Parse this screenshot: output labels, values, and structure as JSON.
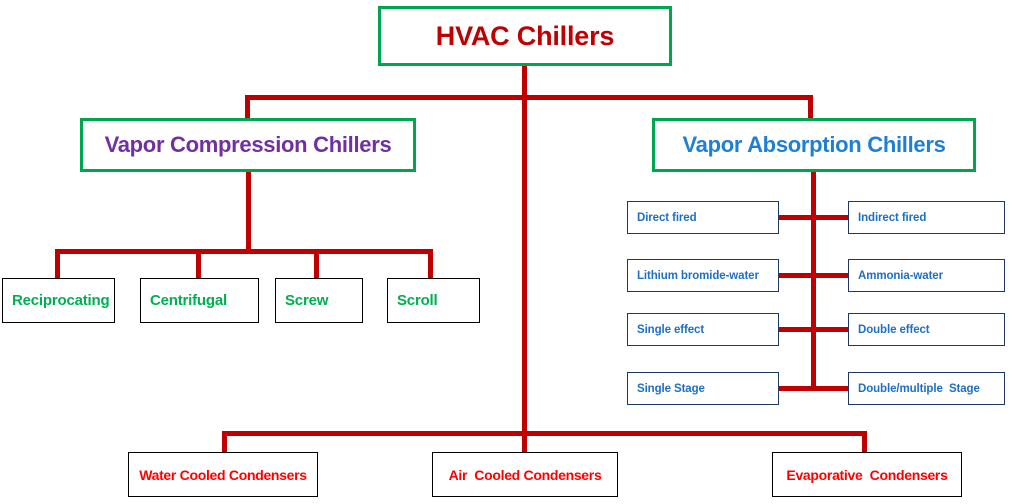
{
  "diagram": {
    "title": "HVAC Chillers",
    "root": {
      "label": "HVAC Chillers"
    },
    "level2": {
      "vapor_compression": "Vapor Compression Chillers",
      "vapor_absorption": "Vapor Absorption Chillers"
    },
    "compression_types": [
      {
        "label": "Reciprocating"
      },
      {
        "label": "Centrifugal"
      },
      {
        "label": "Screw"
      },
      {
        "label": "Scroll"
      }
    ],
    "absorption_types": [
      {
        "left": "Direct fired",
        "right": "Indirect fired"
      },
      {
        "left": "Lithium bromide-water",
        "right": "Ammonia-water"
      },
      {
        "left": "Single effect",
        "right": "Double effect"
      },
      {
        "left": "Single Stage",
        "right": "Double/multiple  Stage"
      }
    ],
    "condensers": [
      {
        "label": "Water Cooled Condensers"
      },
      {
        "label": "Air  Cooled Condensers"
      },
      {
        "label": "Evaporative  Condensers"
      }
    ],
    "colors": {
      "connector": "#c00000",
      "root_border": "#00a550",
      "root_text": "#c00000",
      "compression_text": "#7030a0",
      "absorption_text": "#1f7fd4",
      "compression_leaf_text": "#00b050",
      "absorption_leaf_text": "#1f6fc4",
      "absorption_leaf_border": "#1f3864",
      "condenser_text": "#ff0000",
      "leaf_border": "#000000"
    }
  }
}
